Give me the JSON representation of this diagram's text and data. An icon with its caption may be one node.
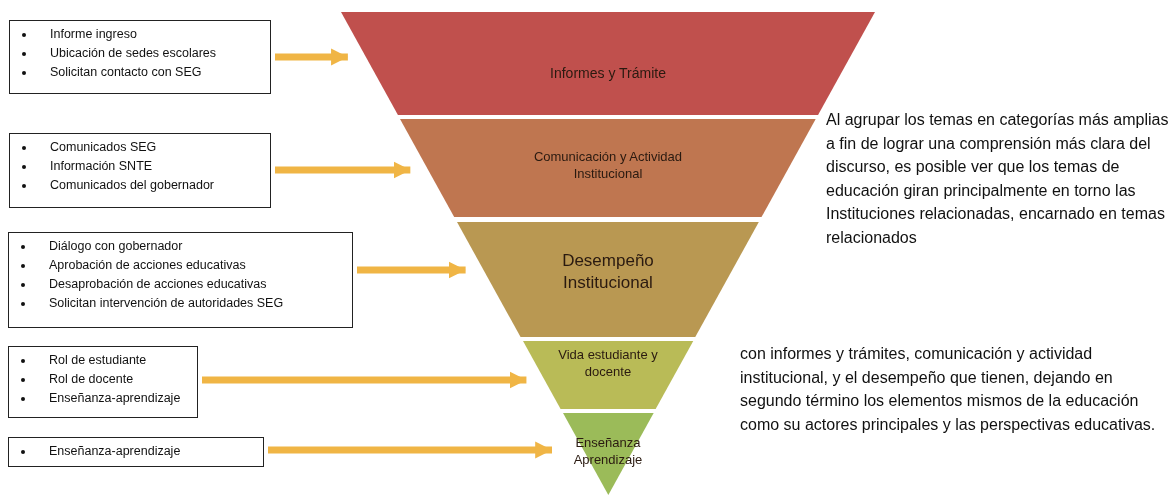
{
  "diagram": {
    "nodes": [
      {
        "text": [
          "Informe ingreso",
          "Ubicación de sedes escolares",
          "Solicitan contacto con SEG"
        ]
      },
      {
        "text": [
          "Comunicados SEG",
          "Información SNTE",
          "Comunicados del gobernador"
        ]
      },
      {
        "text": [
          "Diálogo con gobernador",
          "Aprobación de acciones educativas",
          "Desaprobación de acciones educativas",
          "Solicitan intervención de autoridades SEG"
        ]
      },
      {
        "text": [
          "Rol de estudiante",
          "Rol de docente",
          "Enseñanza-aprendizaje"
        ]
      },
      {
        "text": [
          "Enseñanza-aprendizaje"
        ]
      },
      {
        "text": [
          "Informes y Trámite"
        ]
      },
      {
        "text": [
          "Comunicación y Actividad Institucional"
        ]
      },
      {
        "text": [
          "Desempeño Institucional"
        ]
      },
      {
        "text": [
          "Vida estudiante y docente"
        ]
      },
      {
        "text": [
          "Enseñanza Aprendizaje"
        ]
      }
    ],
    "edges": [
      {
        "from": 0,
        "to": 5,
        "arrow": "to"
      },
      {
        "from": 1,
        "to": 6,
        "arrow": "to"
      },
      {
        "from": 2,
        "to": 7,
        "arrow": "to"
      },
      {
        "from": 3,
        "to": 8,
        "arrow": "to"
      },
      {
        "from": 4,
        "to": 9,
        "arrow": "to"
      }
    ],
    "labels": [
      "Al agrupar los temas en categorías más amplias a fin de lograr una comprensión más clara del discurso, es posible ver que los temas de educación giran principalmente en torno las Instituciones relacionadas, encarnado en temas relacionados",
      "con informes y trámites, comunicación y actividad institucional, y el desempeño que tienen, dejando en segundo término los elementos mismos de la educación como su actores principales y las perspectivas educativas."
    ]
  }
}
